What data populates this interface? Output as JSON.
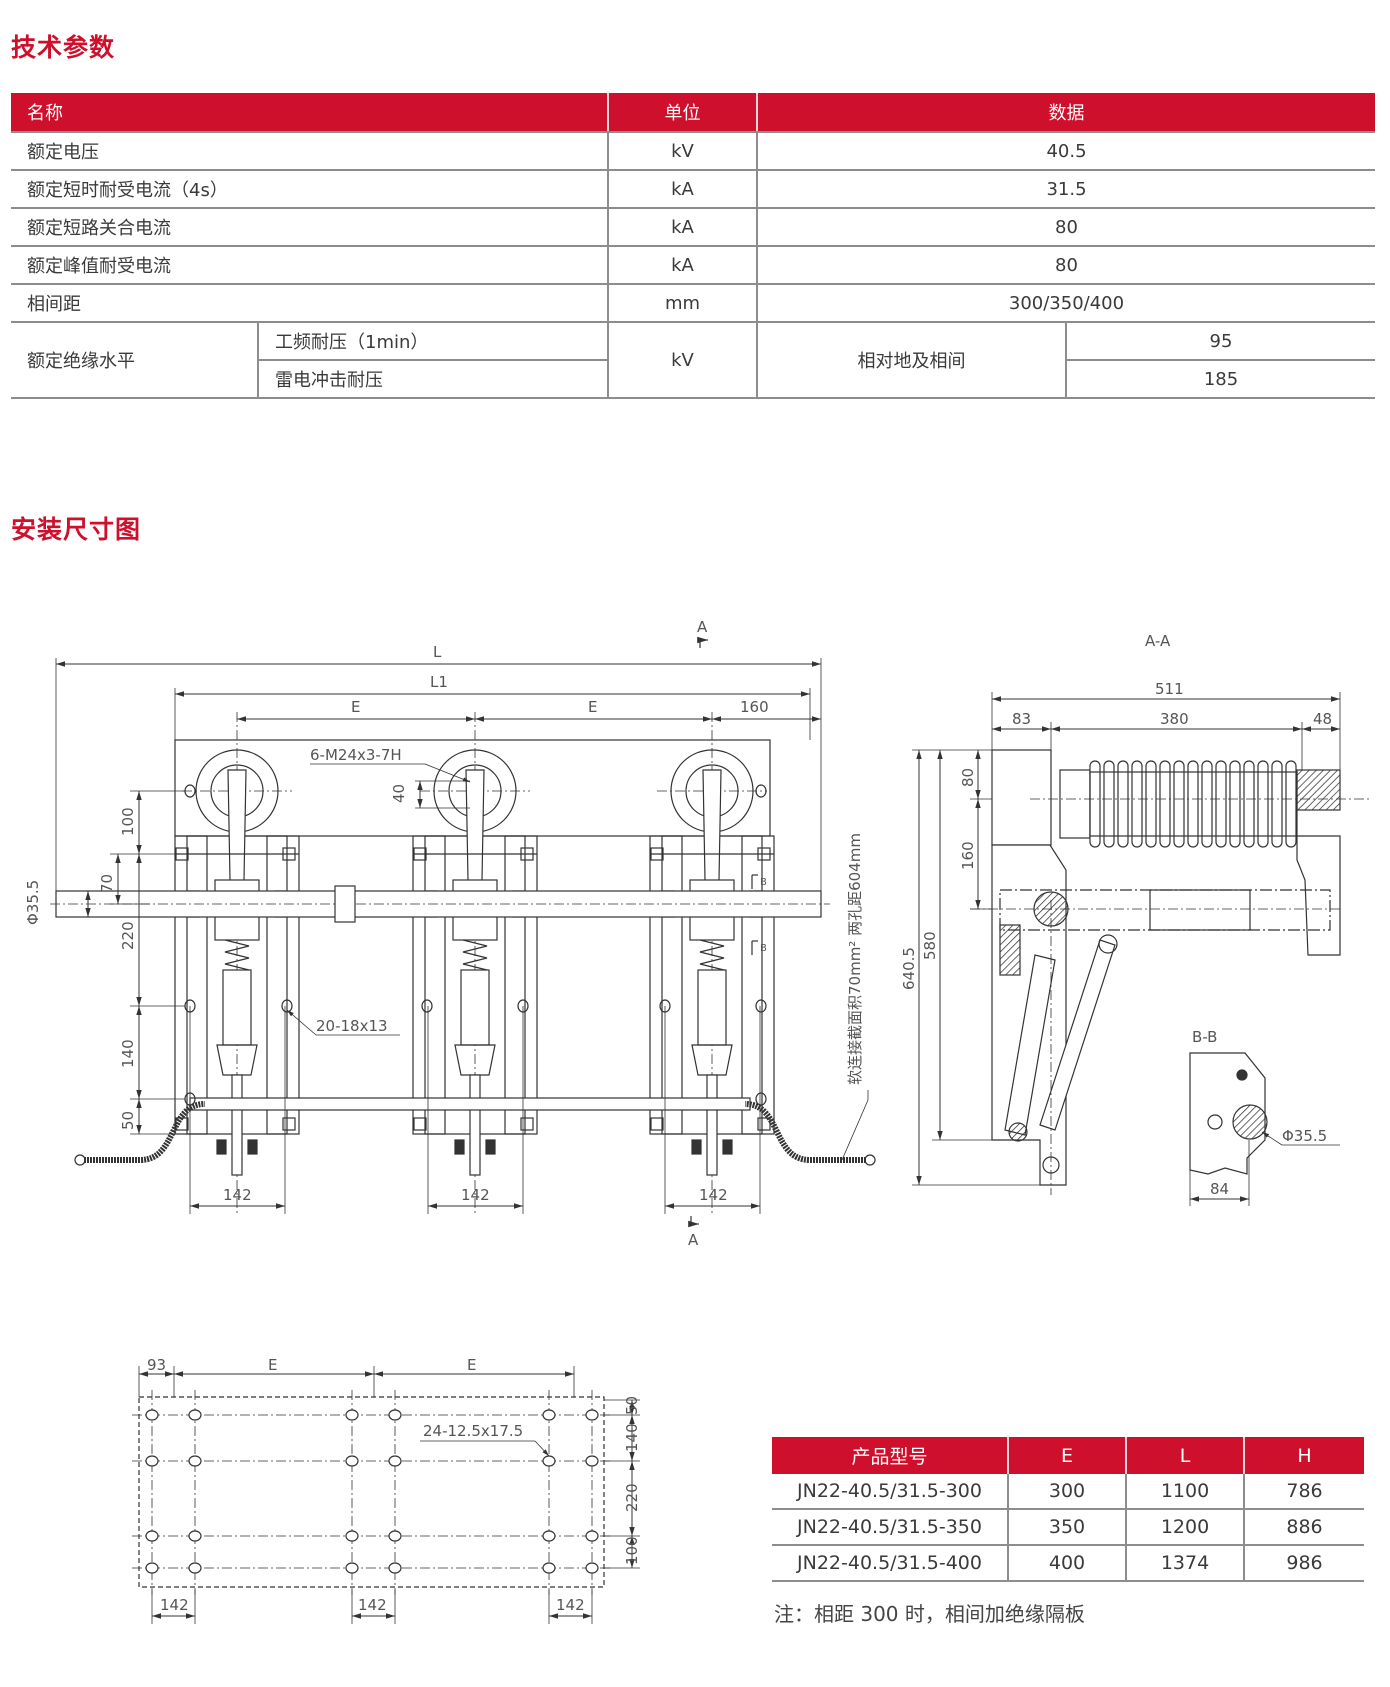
{
  "sections": {
    "tech_params_title": "技术参数",
    "install_title": "安装尺寸图"
  },
  "params_table": {
    "headers": [
      "名称",
      "单位",
      "数据"
    ],
    "rows": [
      {
        "name": "额定电压",
        "unit": "kV",
        "value": "40.5"
      },
      {
        "name": "额定短时耐受电流（4s）",
        "unit": "kA",
        "value": "31.5"
      },
      {
        "name": "额定短路关合电流",
        "unit": "kA",
        "value": "80"
      },
      {
        "name": "额定峰值耐受电流",
        "unit": "kA",
        "value": "80"
      },
      {
        "name": "相间距",
        "unit": "mm",
        "value": "300/350/400"
      }
    ],
    "insulation": {
      "name": "额定绝缘水平",
      "sub": [
        "工频耐压（1min）",
        "雷电冲击耐压"
      ],
      "unit": "kV",
      "condition": "相对地及相间",
      "values": [
        "95",
        "185"
      ]
    }
  },
  "front_view": {
    "section_mark": "A",
    "L": "L",
    "L1": "L1",
    "E": "E",
    "d160": "160",
    "thread": "6-M24x3-7H",
    "d40": "40",
    "shaft_dia": "Φ35.5",
    "d100": "100",
    "d70": "70",
    "d220": "220",
    "d140": "140",
    "d50": "50",
    "holes": "20-18x13",
    "d142": "142",
    "section_b": "B",
    "cable_note": "软连接截面积70mm²  两孔距604mm"
  },
  "section_aa": {
    "title": "A-A",
    "d511": "511",
    "d83": "83",
    "d380": "380",
    "d48": "48",
    "d640": "640.5",
    "d580": "580",
    "d80": "80",
    "d160": "160"
  },
  "section_bb": {
    "title": "B-B",
    "d84": "84",
    "dia": "Φ35.5"
  },
  "base_plan": {
    "d93": "93",
    "E": "E",
    "holes": "24-12.5x17.5",
    "d50": "50",
    "d140": "140",
    "d220": "220",
    "d100": "100",
    "d142": "142"
  },
  "models_table": {
    "headers": [
      "产品型号",
      "E",
      "L",
      "H"
    ],
    "rows": [
      [
        "JN22-40.5/31.5-300",
        "300",
        "1100",
        "786"
      ],
      [
        "JN22-40.5/31.5-350",
        "350",
        "1200",
        "886"
      ],
      [
        "JN22-40.5/31.5-400",
        "400",
        "1374",
        "986"
      ]
    ]
  },
  "note": "注：相距 300 时，相间加绝缘隔板",
  "colors": {
    "accent": "#cf102d",
    "line": "#8d8d8d"
  }
}
